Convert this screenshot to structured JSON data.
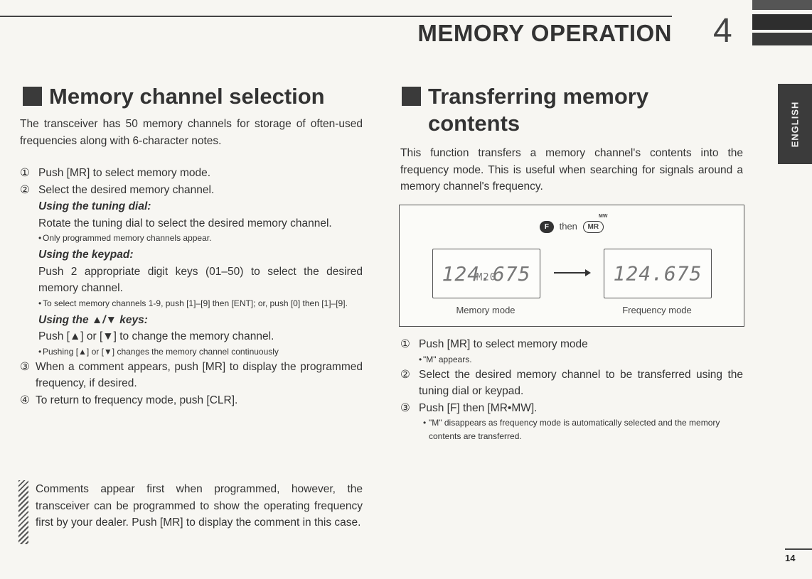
{
  "header": {
    "chapter_title": "MEMORY OPERATION",
    "chapter_number": "4",
    "language_tab": "ENGLISH",
    "page_number": "14"
  },
  "left": {
    "heading": "Memory channel selection",
    "intro": "The transceiver has 50 memory channels for storage of often-used frequencies along with 6-character notes.",
    "step1_num": "①",
    "step1": "Push [MR] to select memory mode.",
    "step2_num": "②",
    "step2": "Select the desired memory channel.",
    "sub1_title": "Using the tuning dial:",
    "sub1_text": "Rotate the tuning dial to select the desired memory channel.",
    "sub1_note": "Only programmed memory channels appear.",
    "sub2_title": "Using the keypad:",
    "sub2_text": "Push 2 appropriate digit keys (01–50) to select the desired memory channel.",
    "sub2_note": "To select memory channels 1-9, push [1]–[9] then [ENT]; or, push [0] then [1]–[9].",
    "sub3_title": "Using the ▲/▼ keys:",
    "sub3_text": "Push [▲] or [▼] to change the memory channel.",
    "sub3_note": "Pushing [▲] or [▼] changes the memory channel continuously",
    "step3_num": "③",
    "step3": "When a comment appears, push [MR] to display the programmed frequency, if desired.",
    "step4_num": "④",
    "step4": "To return to frequency mode, push [CLR].",
    "note": "Comments appear first when programmed, however, the transceiver can be programmed to show the operating frequency first by your dealer. Push [MR] to display the comment in this case."
  },
  "right": {
    "heading_line1": "Transferring memory",
    "heading_line2": "contents",
    "intro": "This function transfers a memory channel's contents into the frequency mode. This is useful when searching for signals around a memory channel's frequency.",
    "diagram": {
      "key_f": "F",
      "then": "then",
      "key_mr": "MR",
      "key_mw": "MW",
      "lcd_left": "124.675",
      "lcd_left_suffix": "M20",
      "lcd_right": "124.675",
      "label_left": "Memory mode",
      "label_right": "Frequency mode"
    },
    "step1_num": "①",
    "step1": "Push [MR] to select memory mode",
    "step1_note": "\"M\" appears.",
    "step2_num": "②",
    "step2": "Select the desired memory channel to be transferred using the tuning dial or keypad.",
    "step3_num": "③",
    "step3": "Push [F] then [MR•MW].",
    "step3_note": "\"M\" disappears as frequency mode is automatically selected and the memory contents are transferred."
  }
}
